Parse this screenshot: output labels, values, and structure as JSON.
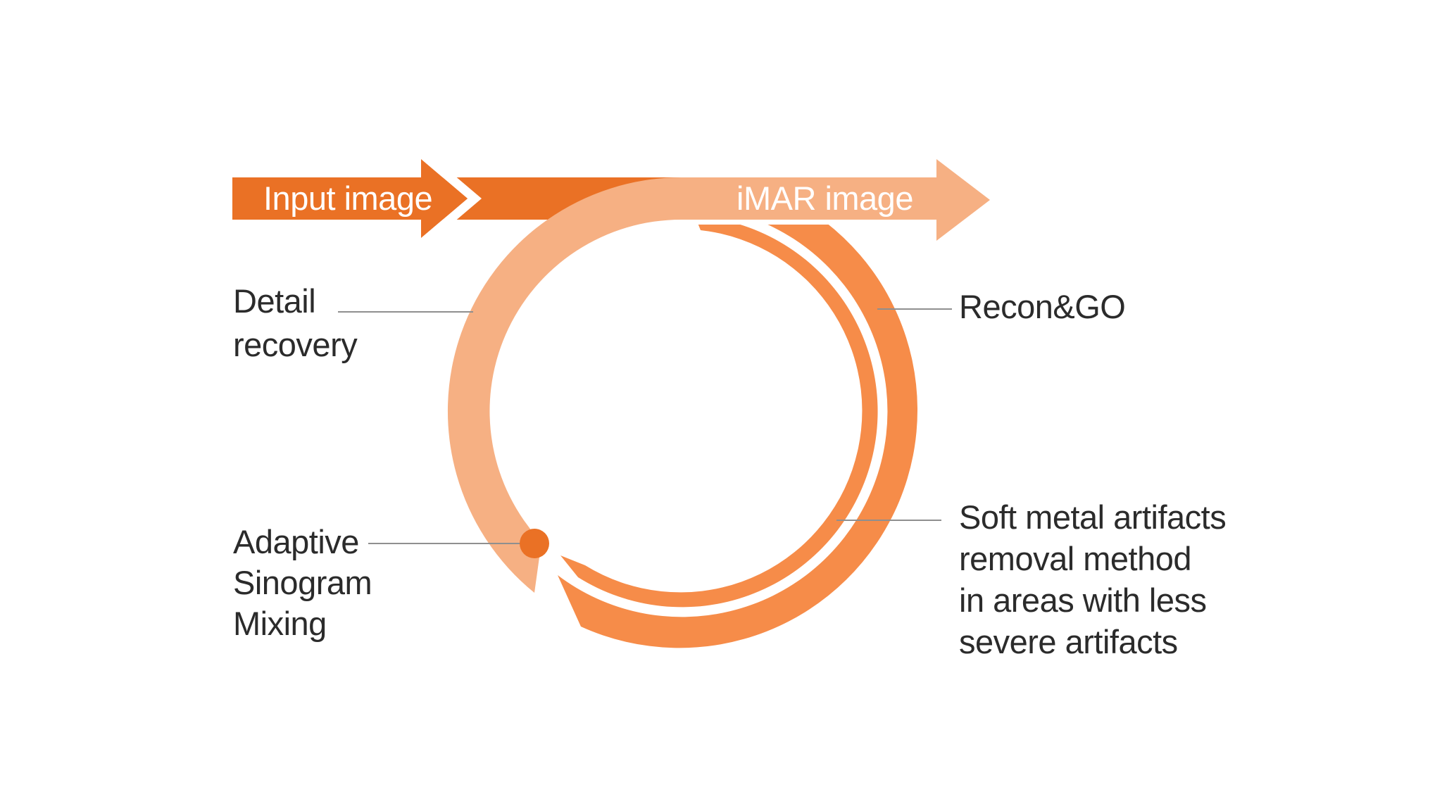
{
  "colors": {
    "dark_orange": "#EA7125",
    "peach": "#F6B083",
    "mid_orange": "#F68C49",
    "white": "#FFFFFF",
    "leader": "#8F8F8F",
    "text": "#2B2B2B"
  },
  "arrows": {
    "input_label": "Input image",
    "output_label": "iMAR image"
  },
  "labels": {
    "detail": {
      "lines": [
        "Detail",
        "recovery"
      ]
    },
    "recon": {
      "lines": [
        "Recon&GO"
      ]
    },
    "adaptive": {
      "lines": [
        "Adaptive",
        "Sinogram",
        "Mixing"
      ]
    },
    "soft": {
      "lines": [
        "Soft metal artifacts",
        "removal method",
        "in areas with less",
        "severe artifacts"
      ]
    }
  }
}
